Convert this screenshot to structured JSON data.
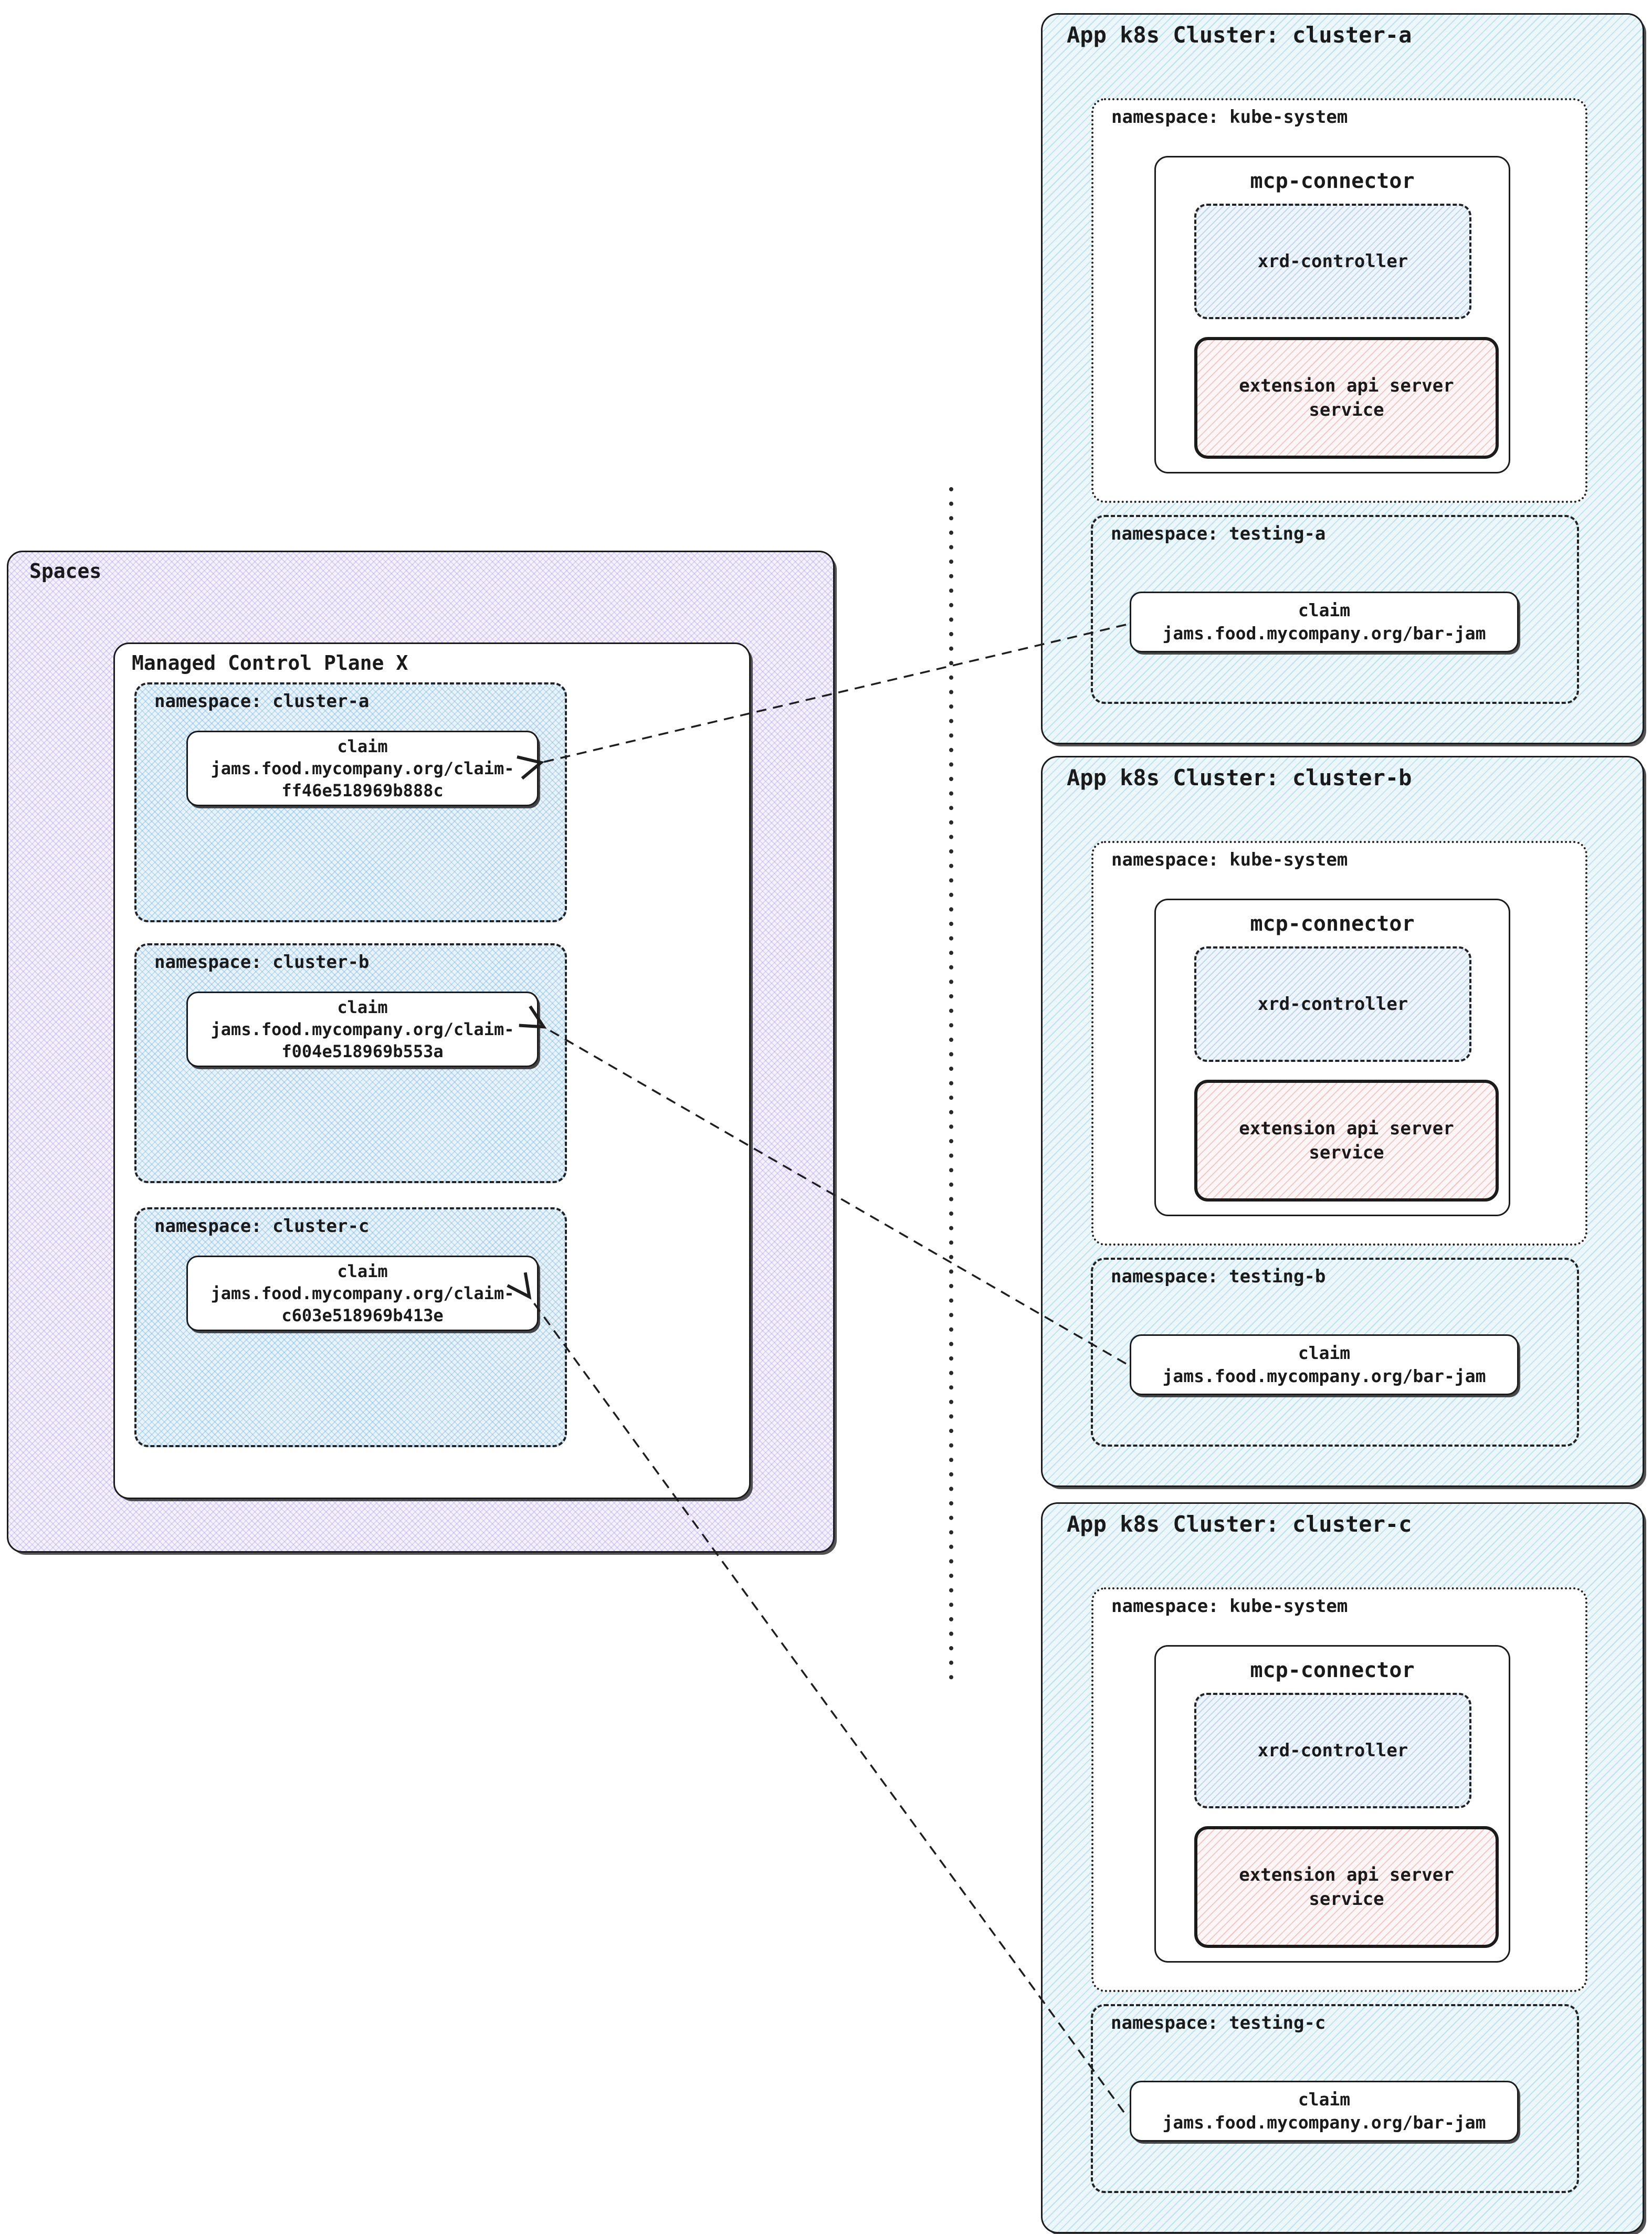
{
  "spaces": {
    "label": "Spaces",
    "control_plane": {
      "label": "Managed Control Plane X",
      "namespaces": [
        {
          "label": "namespace: cluster-a",
          "claim": {
            "title": "claim",
            "line1": "jams.food.mycompany.org/claim-",
            "line2": "ff46e518969b888c"
          }
        },
        {
          "label": "namespace: cluster-b",
          "claim": {
            "title": "claim",
            "line1": "jams.food.mycompany.org/claim-",
            "line2": "f004e518969b553a"
          }
        },
        {
          "label": "namespace: cluster-c",
          "claim": {
            "title": "claim",
            "line1": "jams.food.mycompany.org/claim-",
            "line2": "c603e518969b413e"
          }
        }
      ]
    }
  },
  "clusters": [
    {
      "title": "App k8s Cluster: cluster-a",
      "kube_system": {
        "label": "namespace: kube-system",
        "mcp_connector": {
          "label": "mcp-connector",
          "xrd_controller": {
            "label": "xrd-controller"
          },
          "extension_api": {
            "label": "extension api server service"
          }
        }
      },
      "testing": {
        "label": "namespace: testing-a",
        "claim": {
          "title": "claim",
          "value": "jams.food.mycompany.org/bar-jam"
        }
      }
    },
    {
      "title": "App k8s Cluster: cluster-b",
      "kube_system": {
        "label": "namespace: kube-system",
        "mcp_connector": {
          "label": "mcp-connector",
          "xrd_controller": {
            "label": "xrd-controller"
          },
          "extension_api": {
            "label": "extension api server service"
          }
        }
      },
      "testing": {
        "label": "namespace: testing-b",
        "claim": {
          "title": "claim",
          "value": "jams.food.mycompany.org/bar-jam"
        }
      }
    },
    {
      "title": "App k8s Cluster: cluster-c",
      "kube_system": {
        "label": "namespace: kube-system",
        "mcp_connector": {
          "label": "mcp-connector",
          "xrd_controller": {
            "label": "xrd-controller"
          },
          "extension_api": {
            "label": "extension api server service"
          }
        }
      },
      "testing": {
        "label": "namespace: testing-c",
        "claim": {
          "title": "claim",
          "value": "jams.food.mycompany.org/bar-jam"
        }
      }
    }
  ],
  "colors": {
    "border": "#1b1b1b",
    "cluster_hatch": "#49b8d8",
    "cluster_bg": "#edf7fa",
    "namespace_hatch": "#6eafe1",
    "spaces_hatch": "#9886e9",
    "spaces_bg": "#f5f1fd",
    "xrd_hatch": "#6ea0dc",
    "extension_hatch": "#eb8282",
    "box_bg": "#ffffff"
  }
}
